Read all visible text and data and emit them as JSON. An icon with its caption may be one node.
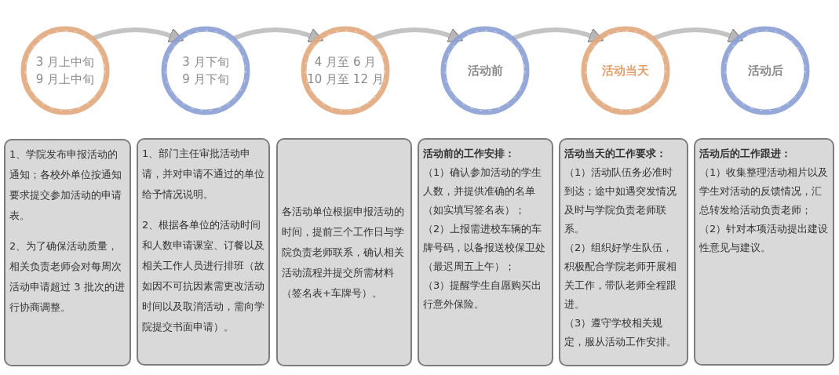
{
  "diagram": {
    "nodes": [
      {
        "text": [
          "3 月上中旬",
          "9 月上中旬"
        ]
      },
      {
        "text": [
          "3 月下旬",
          "9 月下旬"
        ]
      },
      {
        "text": [
          "4 月至 6 月",
          "10 月至 12 月"
        ]
      },
      {
        "text": [
          "活动前"
        ]
      },
      {
        "text": [
          "活动当天"
        ]
      },
      {
        "text": [
          "活动后"
        ]
      },
      {
        "text": [
          "1、学院发布申报活动的通知；各校外单位按通知要求提交参加活动的申请表。",
          "2、为了确保活动质量，相关负责老师会对每周次活动申请超过 3 批次的进行协商调整。"
        ]
      },
      {
        "text": [
          "1、部门主任审批活动申请，并对申请不通过的单位给予情况说明。",
          "2、根据各单位的活动时间和人数申请课室、订餐以及相关工作人员进行排班（故如因不可抗因素需更改活动时间以及取消活动，需向学院提交书面申请）。"
        ]
      },
      {
        "text": [
          "各活动单位根据申报活动的时间，提前三个工作日与学院负责老师联系，确认相关活动流程并提交所需材料（签名表+车牌号）。"
        ]
      },
      {
        "text": [
          "活动前的工作安排：",
          "（1）确认参加活动的学生人数，并提供准确的名单（如实填写签名表）；",
          "（2）上报需进校车辆的车牌号码，以备报送校保卫处（最迟周五上午）；",
          "（3）提醒学生自愿购买出行意外保险。"
        ]
      },
      {
        "text": [
          "活动当天的工作要求：",
          "（1）活动队伍务必准时到达；途中如遇突发情况及时与学院负责老师联系。",
          "（2）组织好学生队伍，积极配合学院老师开展相关工作，带队老师全程跟进。",
          "（3）遵守学校相关规定，服从活动工作安排。"
        ]
      },
      {
        "text": [
          "活动后的工作跟进：",
          "（1）收集整理活动相片以及学生对活动的反馈情况，汇总转发给活动负责老师；",
          "（2）针对本项活动提出建设性意见与建议。"
        ]
      }
    ],
    "edges": [
      {
        "from": 0,
        "to": 1,
        "arrow": "to"
      },
      {
        "from": 1,
        "to": 2,
        "arrow": "to"
      },
      {
        "from": 2,
        "to": 3,
        "arrow": "to"
      },
      {
        "from": 3,
        "to": 4,
        "arrow": "to"
      },
      {
        "from": 4,
        "to": 5,
        "arrow": "to"
      }
    ]
  }
}
